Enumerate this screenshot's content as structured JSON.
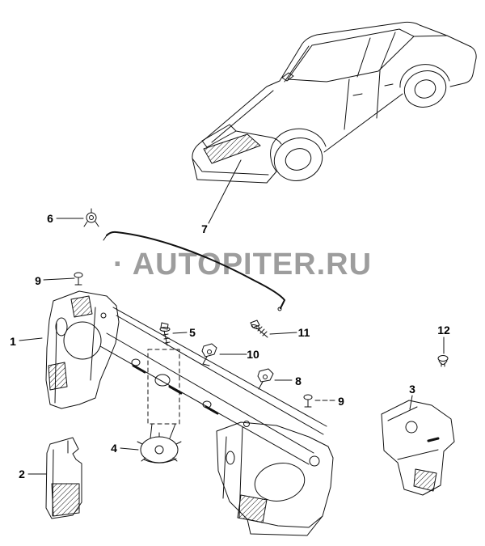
{
  "watermark": {
    "text": "· AUTOPITER.RU",
    "color": "#9d9d9d"
  },
  "colors": {
    "line": "#111111",
    "background": "#ffffff"
  },
  "callouts": [
    {
      "label": "6"
    },
    {
      "label": "7"
    },
    {
      "label": "9"
    },
    {
      "label": "1"
    },
    {
      "label": "5"
    },
    {
      "label": "11"
    },
    {
      "label": "10"
    },
    {
      "label": "8"
    },
    {
      "label": "9"
    },
    {
      "label": "12"
    },
    {
      "label": "3"
    },
    {
      "label": "2"
    },
    {
      "label": "4"
    }
  ]
}
